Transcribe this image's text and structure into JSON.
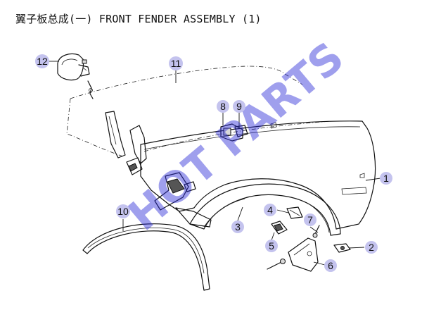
{
  "title": "翼子板总成(一) FRONT FENDER ASSEMBLY (1)",
  "watermark": "HOT PARTS",
  "callouts": [
    "1",
    "2",
    "3",
    "4",
    "5",
    "6",
    "7",
    "8",
    "9",
    "10",
    "11",
    "12"
  ]
}
